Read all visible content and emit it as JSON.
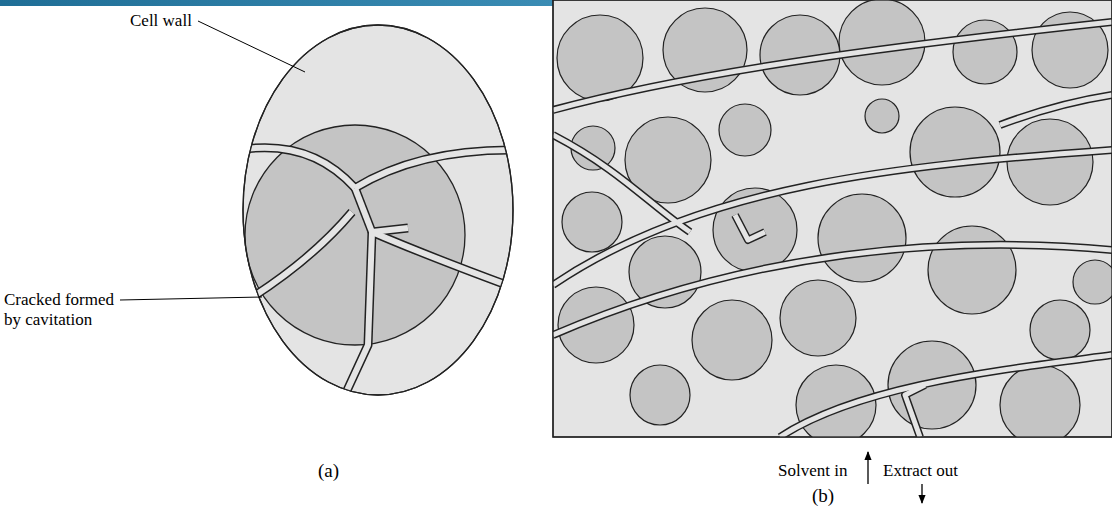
{
  "diagram": {
    "labels": [
      "Cell wall",
      "Cracked formed by cavitation",
      "Solvent in",
      "Extract out",
      "(a)",
      "(b)"
    ]
  }
}
